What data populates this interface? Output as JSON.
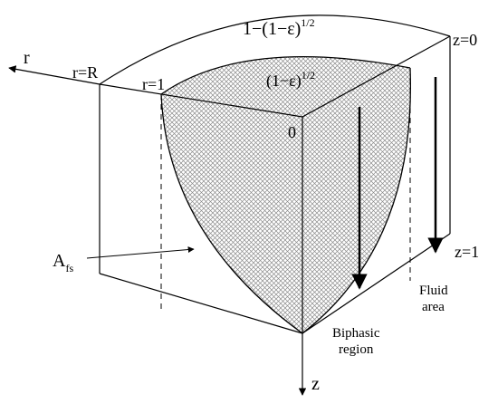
{
  "labels": {
    "r_axis": "r",
    "r_eq_R": "r=R",
    "r_eq_1": "r=1",
    "origin": "0",
    "z_axis": "z",
    "z_eq_0": "z=0",
    "z_eq_1": "z=1",
    "outer_expr_base": "1−(1−ε)",
    "outer_expr_exp": "1/2",
    "inner_expr_base": "(1−ε)",
    "inner_expr_exp": "1/2",
    "afs_main": "A",
    "afs_sub": "fs",
    "fluid_area_line1": "Fluid",
    "fluid_area_line2": "area",
    "biphasic_line1": "Biphasic",
    "biphasic_line2": "region"
  },
  "colors": {
    "stroke": "#000000",
    "hatch": "#8a8a8a",
    "background": "#ffffff"
  }
}
